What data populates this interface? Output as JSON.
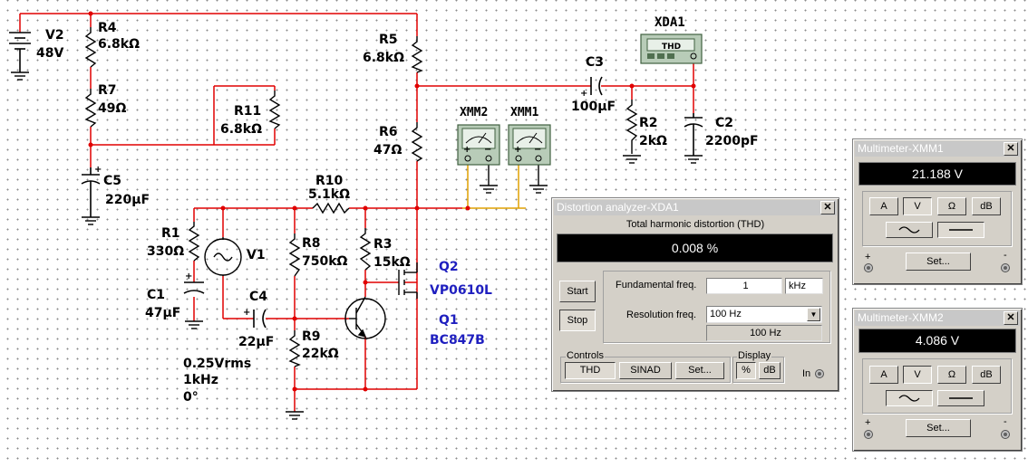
{
  "schematic": {
    "components": {
      "v2": {
        "ref": "V2",
        "value": "48V"
      },
      "r4": {
        "ref": "R4",
        "value": "6.8kΩ"
      },
      "r7": {
        "ref": "R7",
        "value": "49Ω"
      },
      "r11": {
        "ref": "R11",
        "value": "6.8kΩ"
      },
      "c5": {
        "ref": "C5",
        "value": "220µF"
      },
      "r5": {
        "ref": "R5",
        "value": "6.8kΩ"
      },
      "r6": {
        "ref": "R6",
        "value": "47Ω"
      },
      "r10": {
        "ref": "R10",
        "value": "5.1kΩ"
      },
      "r1": {
        "ref": "R1",
        "value": "330Ω"
      },
      "v1": {
        "ref": "V1",
        "value": "0.25Vrms",
        "freq": "1kHz",
        "phase": "0°"
      },
      "c1": {
        "ref": "C1",
        "value": "47µF"
      },
      "c4": {
        "ref": "C4",
        "value": "22µF"
      },
      "r8": {
        "ref": "R8",
        "value": "750kΩ"
      },
      "r9": {
        "ref": "R9",
        "value": "22kΩ"
      },
      "r3": {
        "ref": "R3",
        "value": "15kΩ"
      },
      "q2": {
        "ref": "Q2",
        "value": "VP0610L"
      },
      "q1": {
        "ref": "Q1",
        "value": "BC847B"
      },
      "c3": {
        "ref": "C3",
        "value": "100µF"
      },
      "r2": {
        "ref": "R2",
        "value": "2kΩ"
      },
      "c2": {
        "ref": "C2",
        "value": "2200pF"
      },
      "xda1": {
        "ref": "XDA1",
        "face_label": "THD"
      },
      "xmm1": {
        "ref": "XMM1"
      },
      "xmm2": {
        "ref": "XMM2"
      }
    },
    "colors": {
      "wire": "#e00000",
      "probe_wire": "#e0a000",
      "blue_label": "#1f1fbf"
    }
  },
  "distortion_analyzer": {
    "title": "Distortion analyzer-XDA1",
    "heading": "Total harmonic distortion (THD)",
    "reading": "0.008 %",
    "start_label": "Start",
    "stop_label": "Stop",
    "fundamental_label": "Fundamental freq.",
    "fundamental_value": "1",
    "fundamental_unit": "kHz",
    "resolution_label": "Resolution freq.",
    "resolution_selected": "100 Hz",
    "resolution_readout": "100 Hz",
    "controls_label": "Controls",
    "thd_label": "THD",
    "sinad_label": "SINAD",
    "set_label": "Set...",
    "display_label": "Display",
    "percent_label": "%",
    "db_label": "dB",
    "in_label": "In"
  },
  "multimeter1": {
    "title": "Multimeter-XMM1",
    "reading": "21.188 V",
    "buttons": {
      "a": "A",
      "v": "V",
      "ohm": "Ω",
      "db": "dB"
    },
    "set_label": "Set...",
    "plus": "+",
    "minus": "-"
  },
  "multimeter2": {
    "title": "Multimeter-XMM2",
    "reading": "4.086 V",
    "buttons": {
      "a": "A",
      "v": "V",
      "ohm": "Ω",
      "db": "dB"
    },
    "set_label": "Set...",
    "plus": "+",
    "minus": "-"
  }
}
